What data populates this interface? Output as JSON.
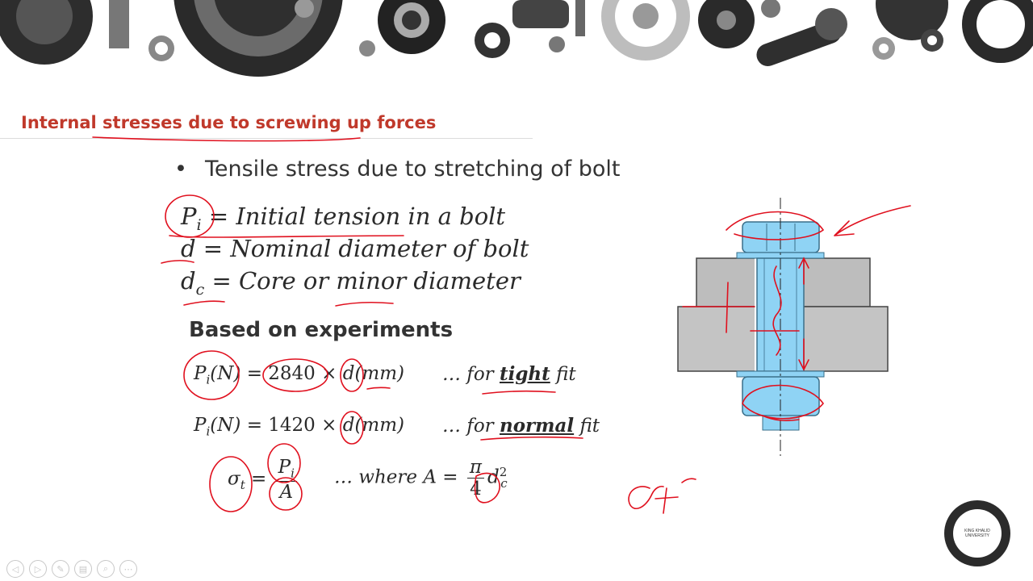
{
  "slide": {
    "title": "Internal stresses due to screwing up forces",
    "title_color": "#c0392b",
    "bullet": "Tensile stress due to stretching of bolt",
    "definitions": [
      {
        "symbol": "P",
        "sub": "i",
        "text": "= Initial tension in a bolt"
      },
      {
        "symbol": "d",
        "sub": "",
        "text": "= Nominal diameter of bolt"
      },
      {
        "symbol": "d",
        "sub": "c",
        "text": "= Core or minor diameter"
      }
    ],
    "subheading": "Based on experiments",
    "formula_tight": {
      "lhs_sym": "P",
      "lhs_sub": "i",
      "lhs_unit": "(N)",
      "coefficient": "= 2840 ×",
      "rhs_sym": "d",
      "rhs_unit": "(mm)"
    },
    "fit_tight": {
      "prefix": "… for",
      "word": "tight",
      "suffix": "fit"
    },
    "formula_normal": {
      "lhs_sym": "P",
      "lhs_sub": "i",
      "lhs_unit": "(N)",
      "coefficient": "= 1420 ×",
      "rhs_sym": "d",
      "rhs_unit": "(mm)"
    },
    "fit_normal": {
      "prefix": "… for",
      "word": "normal",
      "suffix": "fit"
    },
    "stress_formula": {
      "sigma": "σ",
      "sigma_sub": "t",
      "equals": "=",
      "num_sym": "P",
      "num_sub": "i",
      "den": "A"
    },
    "area_formula": {
      "prefix": "… where A =",
      "num": "π",
      "den": "4",
      "sym": "d",
      "sub": "c",
      "sup": "2"
    }
  },
  "colors": {
    "ink": "#e0101e",
    "bolt": "#8fd3f4",
    "plate": "#bdbdbd"
  },
  "toolbar": [
    "prev-icon",
    "next-icon",
    "pen-icon",
    "slides-icon",
    "zoom-icon",
    "more-icon"
  ],
  "toolbar_glyphs": [
    "◁",
    "▷",
    "✎",
    "▤",
    "⌕",
    "⋯"
  ],
  "logo": {
    "label": "KING KHALID UNIVERSITY"
  }
}
